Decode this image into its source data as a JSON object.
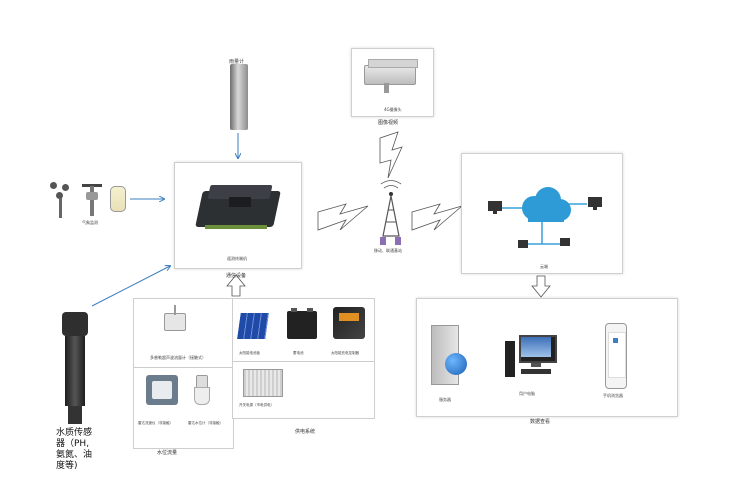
{
  "labels": {
    "rain_gauge": "雨量计",
    "weather_station": "气象监测",
    "camera_device": "4G摄像头",
    "camera_video": "图像视频",
    "rtu": "遥测终端机",
    "comm_device": "通信设备",
    "tower": "移动、联通基站",
    "cloud": "云端",
    "water_sensor_line1": "水质传感",
    "water_sensor_line2": "器（PH,",
    "water_sensor_line3": "氨氮、油",
    "water_sensor_line4": "度等)",
    "flow_meter": "多普勒超声波流量计（接触式）",
    "radar_level": "雷达流速仪（非接触）",
    "radar_level2": "雷达水位计（非接触）",
    "water_level_flow": "水位流量",
    "solar_panel": "太阳能电池板",
    "battery": "蓄电池",
    "solar_controller": "太阳能充电控制器",
    "power_supply": "开关电源（市电供电）",
    "power_system": "供电系统",
    "server": "服务器",
    "pc": "用户电脑",
    "phone": "手机浏览器",
    "data_view": "数据查看"
  }
}
